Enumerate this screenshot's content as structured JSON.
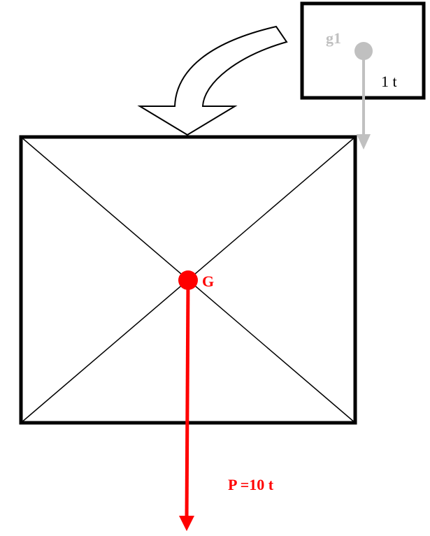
{
  "labels": {
    "small_weight_name": "g1",
    "small_weight_value": "1 t",
    "center_name": "G",
    "main_force": "P =10 t"
  },
  "colors": {
    "outline": "#000000",
    "small_weight": "#c0c0c0",
    "main_force": "#ff0000",
    "background": "#ffffff"
  }
}
